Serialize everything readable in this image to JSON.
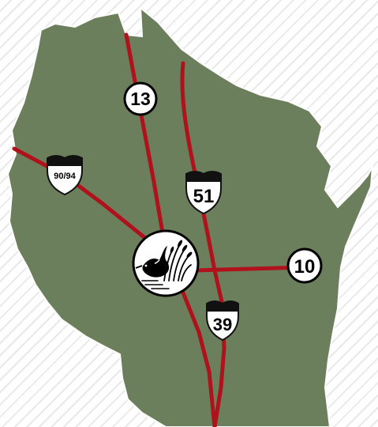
{
  "colors": {
    "land": "#6c7f5d",
    "land_outline": "#ffffff",
    "road": "#b0121b",
    "background": "#ffffff",
    "stripe": "#e9e9e9",
    "shield_top": "#111111",
    "marker_fill": "#ffffff",
    "marker_ink": "#000000"
  },
  "routes": {
    "us13": {
      "label": "13",
      "type": "US highway circle marker"
    },
    "us51": {
      "label": "51",
      "type": "interstate shield"
    },
    "i9094": {
      "label": "90/94",
      "type": "interstate shield"
    },
    "us10": {
      "label": "10",
      "type": "US highway circle marker"
    },
    "i39": {
      "label": "39",
      "type": "interstate shield"
    }
  },
  "center_icon": "crane-marsh-icon"
}
